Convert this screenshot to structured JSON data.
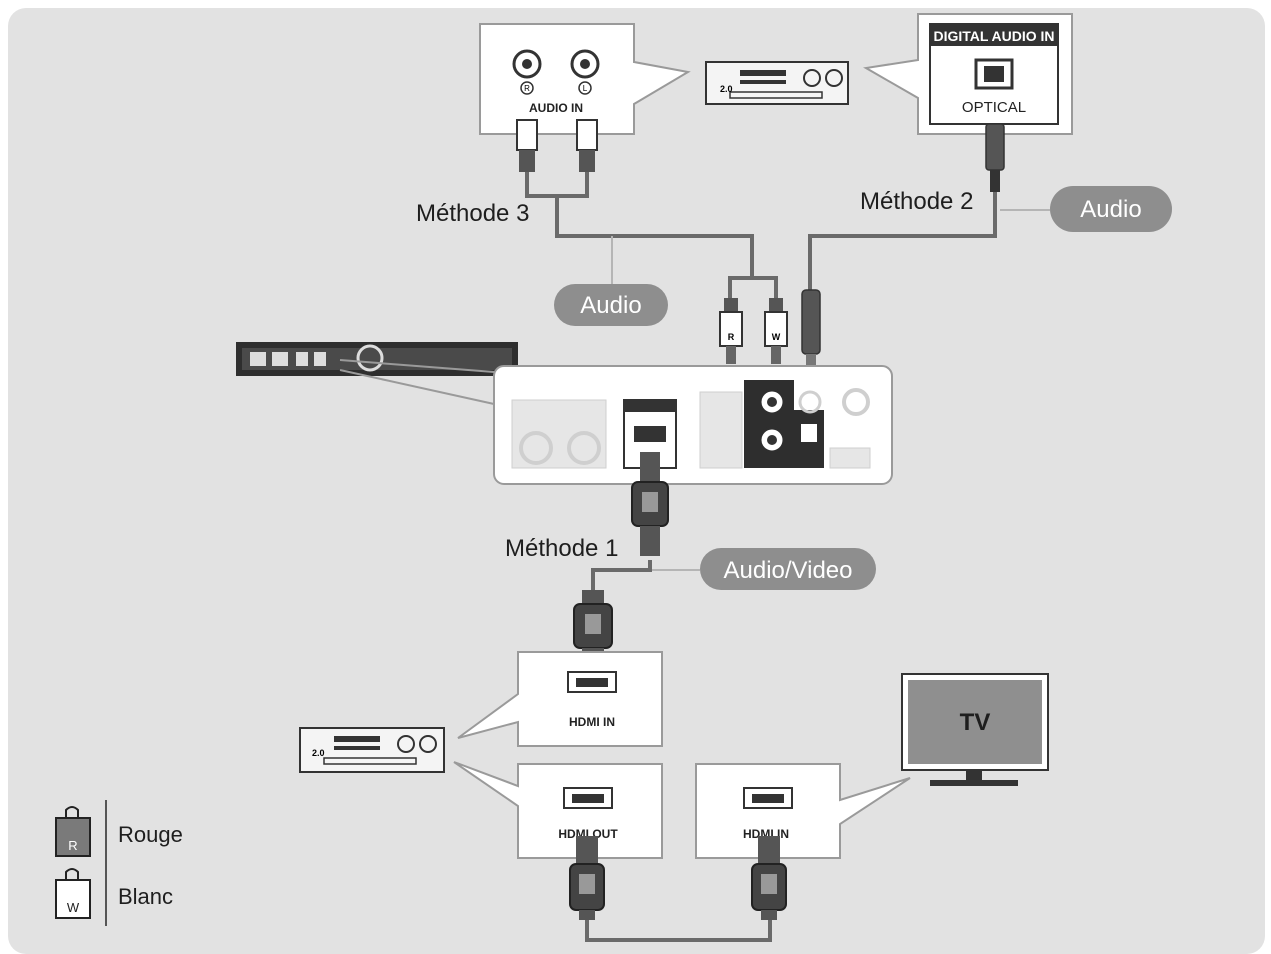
{
  "labels": {
    "digital_audio_in": "DIGITAL AUDIO IN",
    "optical": "OPTICAL",
    "audio_in": "AUDIO IN",
    "plug_r": "R",
    "plug_l": "L",
    "hdmi_in": "HDMI IN",
    "hdmi_out": "HDMI OUT",
    "tv": "TV",
    "receiver_badge": "2.0"
  },
  "methods": {
    "m1": "Méthode 1",
    "m2": "Méthode 2",
    "m3": "Méthode 3"
  },
  "pills": {
    "audio_top": "Audio",
    "audio_mid": "Audio",
    "audio_video": "Audio/Video"
  },
  "legend": {
    "red_letter": "R",
    "red_label": "Rouge",
    "white_letter": "W",
    "white_label": "Blanc"
  },
  "colors": {
    "background": "#e2e2e2",
    "pill": "#8e8e8e",
    "cable": "#6a6a6a"
  }
}
